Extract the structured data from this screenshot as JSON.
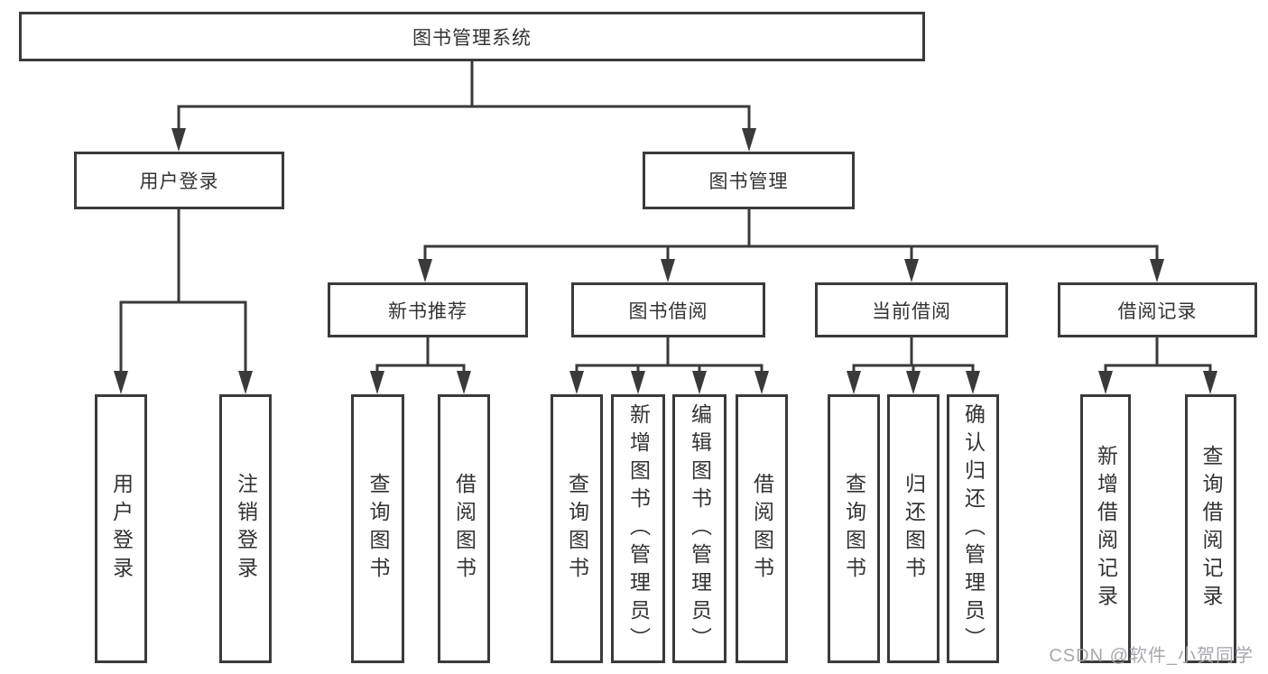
{
  "diagram": {
    "title": "图书管理系统",
    "nodes": {
      "root": "图书管理系统",
      "level1": [
        "用户登录",
        "图书管理"
      ],
      "level2": [
        "新书推荐",
        "图书借阅",
        "当前借阅",
        "借阅记录"
      ],
      "leaves": [
        "用户登录",
        "注销登录",
        "查询图书",
        "借阅图书",
        "查询图书",
        "新增图书（管理员）",
        "编辑图书（管理员）",
        "借阅图书",
        "查询图书",
        "归还图书",
        "确认归还（管理员）",
        "新增借阅记录",
        "查询借阅记录"
      ]
    },
    "watermark": "CSDN @软件_小贺同学",
    "colors": {
      "line": "#3a3a3a",
      "text": "#333333",
      "background": "#ffffff",
      "watermark": "#a3a3ab"
    }
  }
}
